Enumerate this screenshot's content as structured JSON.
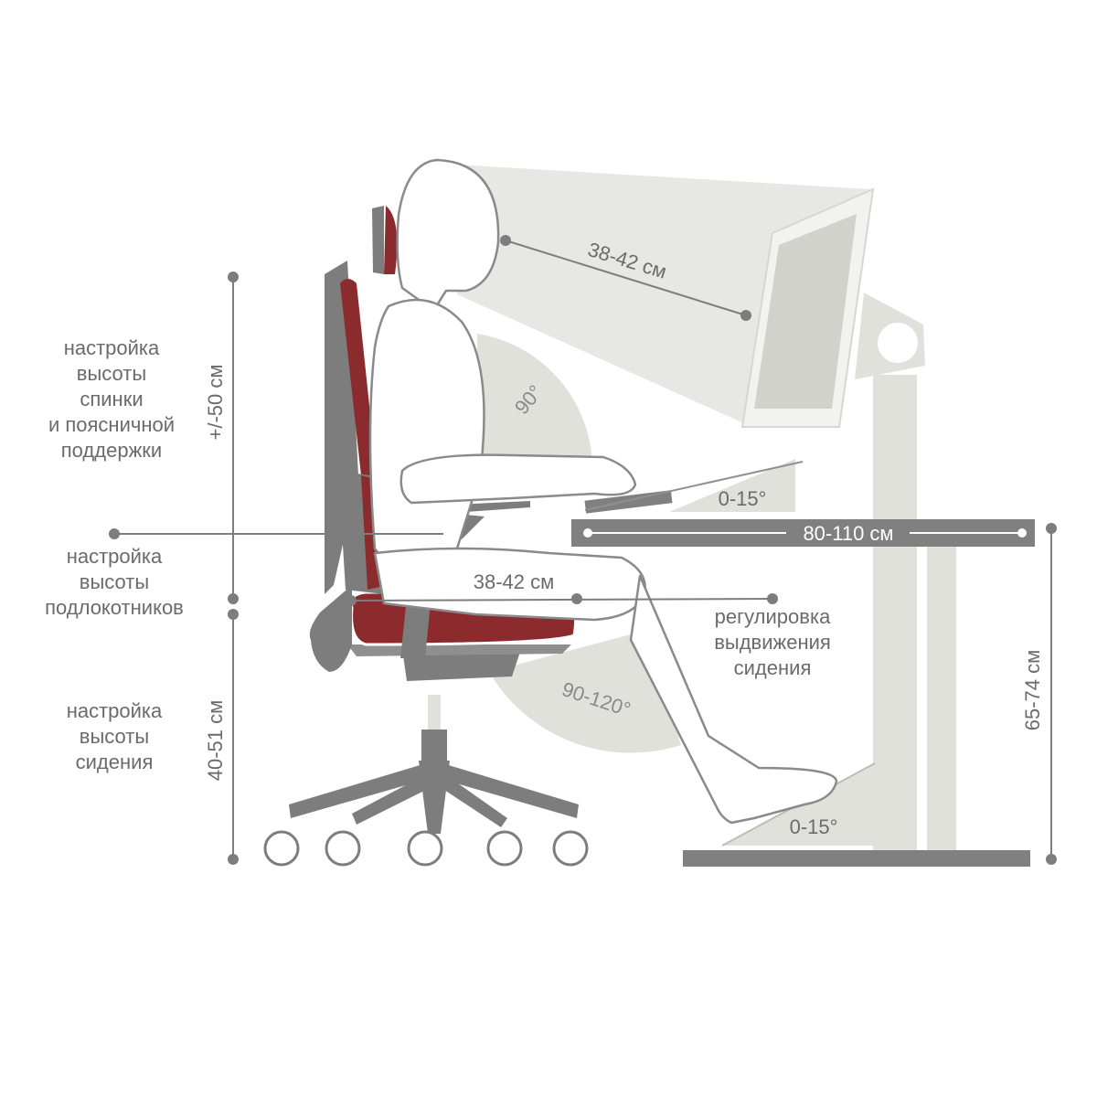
{
  "labels": {
    "backrest_adjust": [
      "настройка",
      "высоты",
      "спинки",
      "и поясничной",
      "поддержки"
    ],
    "backrest_range": "+/-50 см",
    "armrest_adjust": [
      "настройка",
      "высоты",
      "подлокотников"
    ],
    "seat_height_adjust": [
      "настройка",
      "высоты",
      "сидения"
    ],
    "seat_height_range": "40-51 см",
    "eye_distance": "38-42 см",
    "elbow_angle": "90°",
    "keyboard_angle": "0-15°",
    "desk_depth": "80-110 см",
    "seat_depth": "38-42 см",
    "seat_slide": [
      "регулировка",
      "выдвижения",
      "сидения"
    ],
    "knee_angle": "90-120°",
    "desk_height": "65-74 см",
    "footrest_angle": "0-15°"
  },
  "colors": {
    "chair_accent": "#8b2b2e",
    "chair_frame": "#7d7d7d",
    "desk_light": "#e1e1dc",
    "desk_dark": "#808080",
    "outline": "#8a8a8a",
    "label": "#6b6b6b"
  }
}
